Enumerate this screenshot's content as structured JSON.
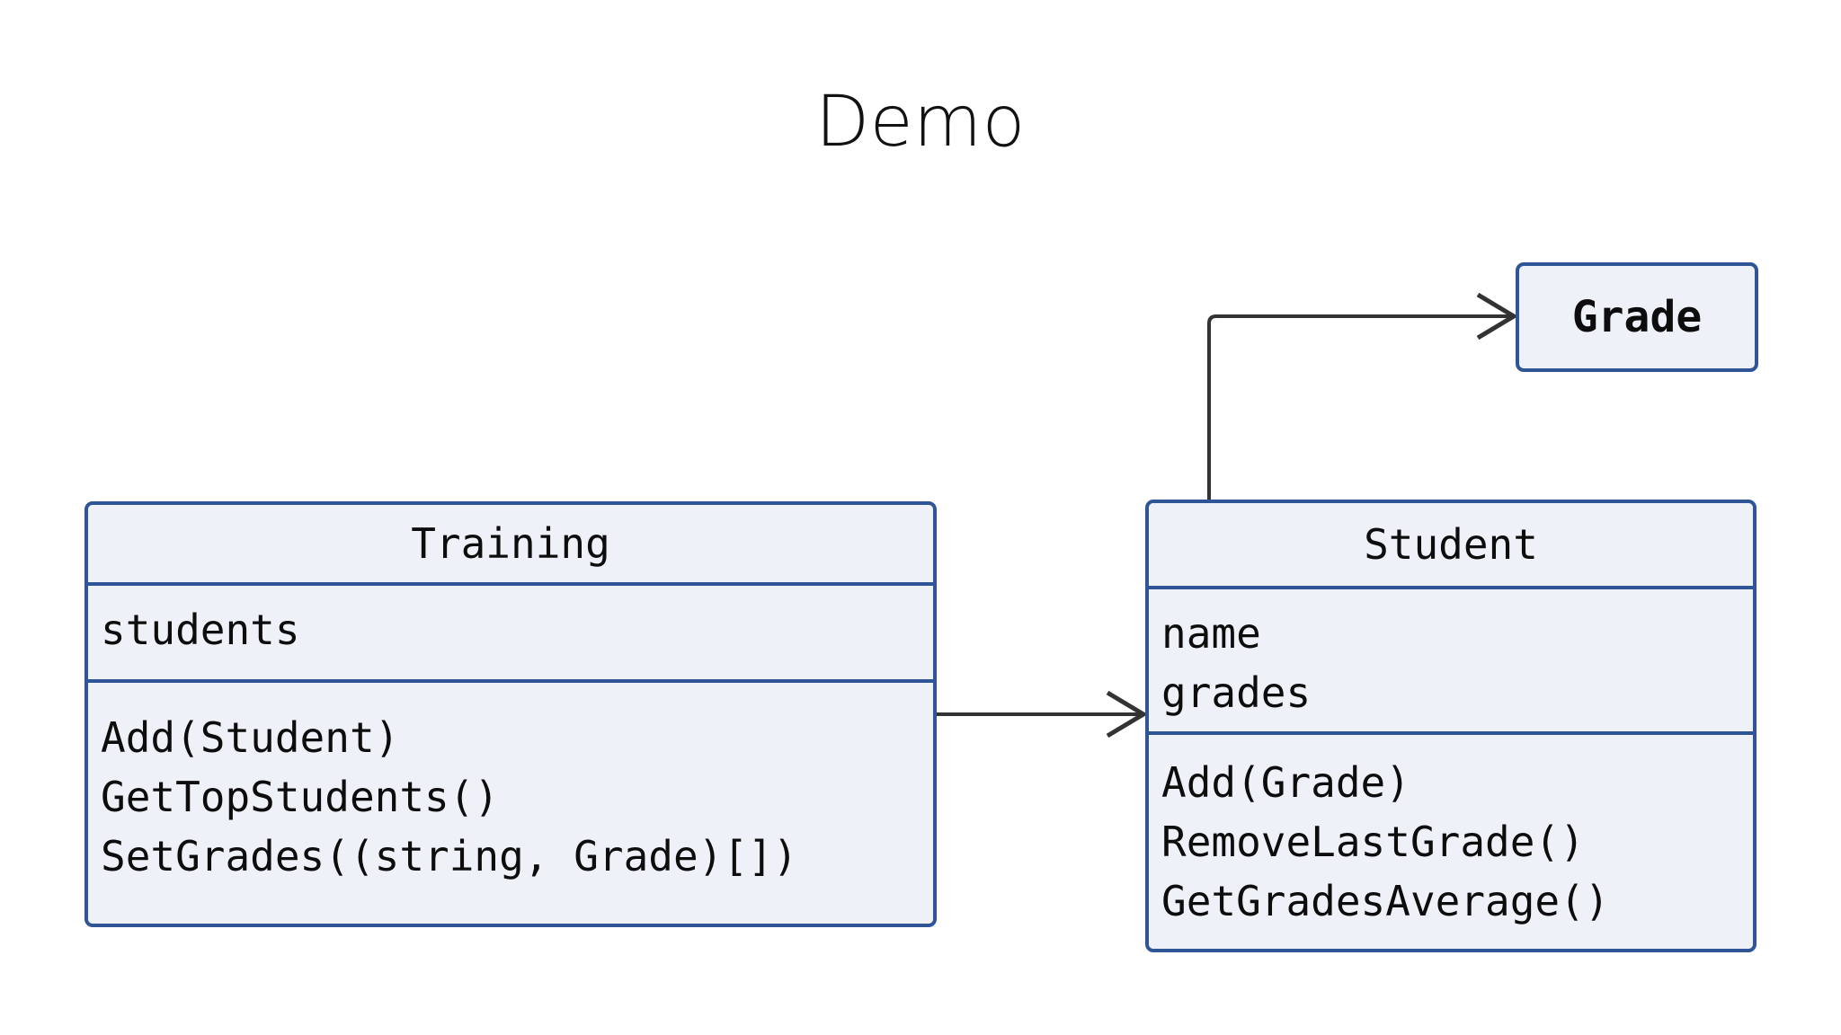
{
  "slide": {
    "title": "Demo",
    "background_color": "#ffffff",
    "accent_color": "#2f5597",
    "box_fill_color": "#eef1f8",
    "connector_color": "#333333"
  },
  "diagram": {
    "type": "uml-class-diagram",
    "classes": [
      {
        "id": "training",
        "name": "Training",
        "attributes": [
          "students"
        ],
        "methods": [
          "Add(Student)",
          "GetTopStudents()",
          "SetGrades((string, Grade)[])"
        ]
      },
      {
        "id": "student",
        "name": "Student",
        "attributes": [
          "name",
          "grades"
        ],
        "methods": [
          "Add(Grade)",
          "RemoveLastGrade()",
          "GetGradesAverage()"
        ]
      },
      {
        "id": "grade",
        "name": "Grade",
        "attributes": [],
        "methods": []
      }
    ],
    "relations": [
      {
        "from": "training",
        "to": "student",
        "kind": "association-arrow"
      },
      {
        "from": "student",
        "to": "grade",
        "kind": "association-arrow"
      }
    ]
  }
}
